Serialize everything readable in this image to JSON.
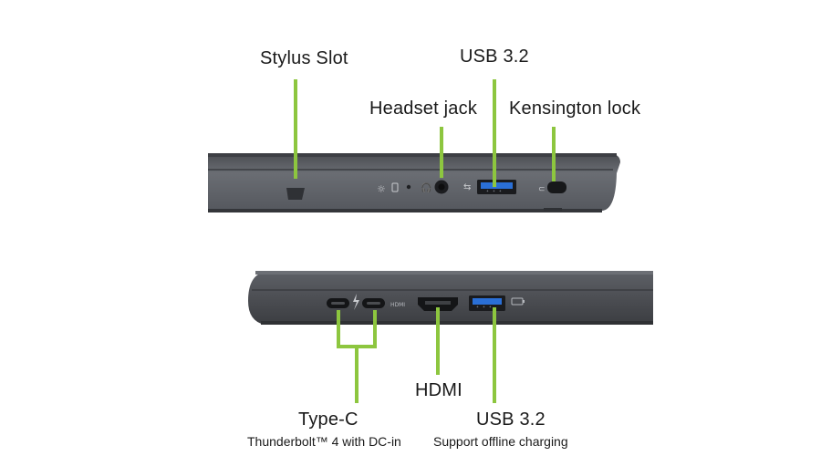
{
  "colors": {
    "callout": "#8dc63f",
    "chassis": "#5a5d63",
    "chassis_dark": "#3e4045",
    "usb_insert": "#2a6fd6"
  },
  "labels": {
    "stylus_slot": "Stylus Slot",
    "usb_top": "USB 3.2",
    "headset_jack": "Headset jack",
    "kensington_lock": "Kensington lock",
    "hdmi": "HDMI",
    "type_c": "Type-C",
    "type_c_note": "Thunderbolt™ 4 with DC-in",
    "usb_bottom": "USB 3.2",
    "usb_bottom_note": "Support offline charging"
  },
  "icons": {
    "top_side": [
      "stylus-slot-icon",
      "led-indicator-icon",
      "headset-jack-icon",
      "usb-a-port-icon",
      "kensington-lock-icon"
    ],
    "bottom_side": [
      "usb-c-port-icon",
      "thunderbolt-icon",
      "hdmi-port-icon",
      "usb-a-port-icon",
      "battery-charge-icon"
    ]
  }
}
